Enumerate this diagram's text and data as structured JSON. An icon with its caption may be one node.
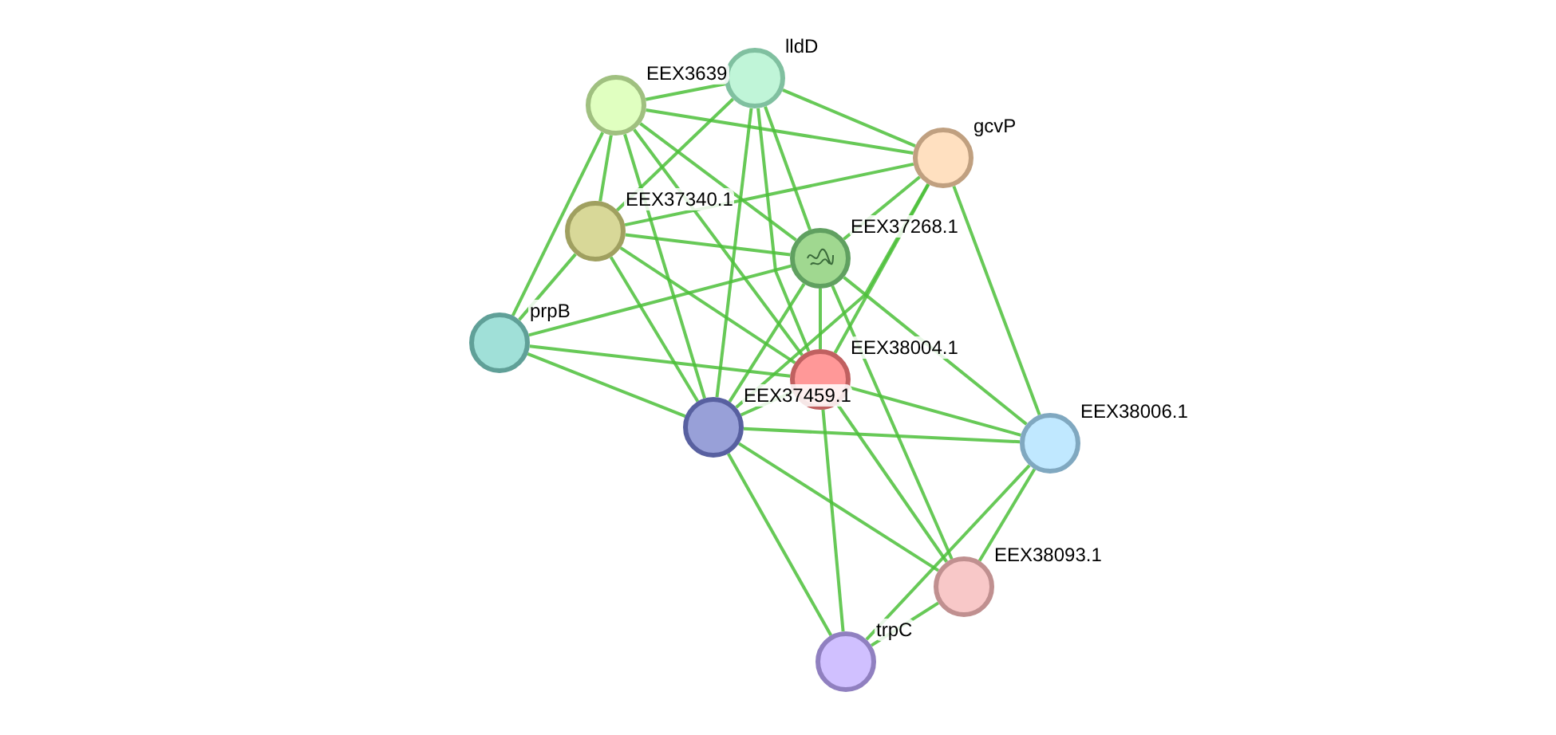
{
  "diagram": {
    "nodes": [
      {
        "text": [],
        "shape": "circle",
        "beside": [
          "EEX3639"
        ]
      },
      {
        "text": [],
        "shape": "circle",
        "beside": [
          "lldD"
        ]
      },
      {
        "text": [],
        "shape": "circle",
        "beside": [
          "gcvP"
        ]
      },
      {
        "text": [],
        "shape": "circle",
        "beside": [
          "EEX37340.1"
        ]
      },
      {
        "text": [],
        "shape": "circle",
        "beside": [
          "EEX37268.1"
        ]
      },
      {
        "text": [],
        "shape": "circle",
        "beside": [
          "prpB"
        ]
      },
      {
        "text": [],
        "shape": "circle",
        "beside": [
          "EEX38004.1"
        ]
      },
      {
        "text": [],
        "shape": "circle",
        "beside": [
          "EEX37459.1"
        ]
      },
      {
        "text": [],
        "shape": "circle",
        "beside": [
          "EEX38006.1"
        ]
      },
      {
        "text": [],
        "shape": "circle",
        "beside": [
          "EEX38093.1"
        ]
      },
      {
        "text": [],
        "shape": "circle",
        "beside": [
          "trpC"
        ]
      }
    ],
    "edges": [
      {
        "from": 0,
        "to": 1,
        "arrow": "none"
      },
      {
        "from": 0,
        "to": 2,
        "arrow": "none"
      },
      {
        "from": 0,
        "to": 3,
        "arrow": "none"
      },
      {
        "from": 0,
        "to": 4,
        "arrow": "none"
      },
      {
        "from": 0,
        "to": 5,
        "arrow": "none"
      },
      {
        "from": 0,
        "to": 6,
        "arrow": "none"
      },
      {
        "from": 0,
        "to": 7,
        "arrow": "none"
      },
      {
        "from": 1,
        "to": 2,
        "arrow": "none"
      },
      {
        "from": 1,
        "to": 3,
        "arrow": "none"
      },
      {
        "from": 1,
        "to": 4,
        "arrow": "none"
      },
      {
        "from": 1,
        "to": 6,
        "arrow": "none"
      },
      {
        "from": 1,
        "to": 7,
        "arrow": "none"
      },
      {
        "from": 2,
        "to": 3,
        "arrow": "none"
      },
      {
        "from": 2,
        "to": 4,
        "arrow": "none"
      },
      {
        "from": 2,
        "to": 6,
        "arrow": "none"
      },
      {
        "from": 2,
        "to": 7,
        "arrow": "none"
      },
      {
        "from": 2,
        "to": 8,
        "arrow": "none"
      },
      {
        "from": 3,
        "to": 4,
        "arrow": "none"
      },
      {
        "from": 3,
        "to": 5,
        "arrow": "none"
      },
      {
        "from": 3,
        "to": 6,
        "arrow": "none"
      },
      {
        "from": 3,
        "to": 7,
        "arrow": "none"
      },
      {
        "from": 4,
        "to": 5,
        "arrow": "none"
      },
      {
        "from": 4,
        "to": 6,
        "arrow": "none"
      },
      {
        "from": 4,
        "to": 7,
        "arrow": "none"
      },
      {
        "from": 4,
        "to": 8,
        "arrow": "none"
      },
      {
        "from": 4,
        "to": 9,
        "arrow": "none"
      },
      {
        "from": 5,
        "to": 6,
        "arrow": "none"
      },
      {
        "from": 5,
        "to": 7,
        "arrow": "none"
      },
      {
        "from": 6,
        "to": 7,
        "arrow": "none"
      },
      {
        "from": 6,
        "to": 8,
        "arrow": "none"
      },
      {
        "from": 6,
        "to": 9,
        "arrow": "none"
      },
      {
        "from": 6,
        "to": 10,
        "arrow": "none"
      },
      {
        "from": 7,
        "to": 8,
        "arrow": "none"
      },
      {
        "from": 7,
        "to": 9,
        "arrow": "none"
      },
      {
        "from": 7,
        "to": 10,
        "arrow": "none"
      },
      {
        "from": 8,
        "to": 9,
        "arrow": "none"
      },
      {
        "from": 8,
        "to": 10,
        "arrow": "none"
      },
      {
        "from": 9,
        "to": 10,
        "arrow": "none"
      }
    ]
  }
}
